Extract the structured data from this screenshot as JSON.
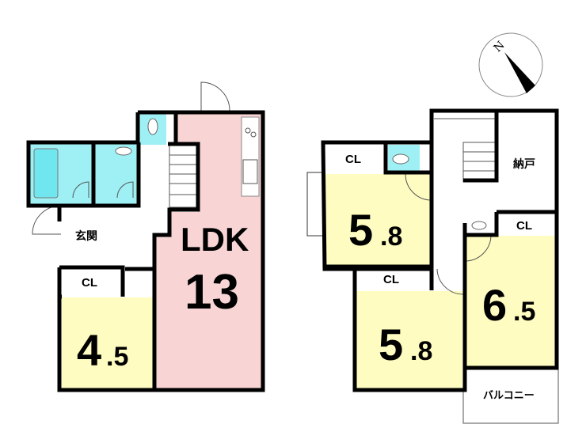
{
  "compass": {
    "north_label": "N"
  },
  "floor1": {
    "ldk": {
      "name": "LDK",
      "size": "13"
    },
    "entrance": "玄関",
    "closet": "CL",
    "room": {
      "size_int": "4",
      "size_dec": ".5"
    }
  },
  "floor2": {
    "room_top_left": {
      "size_int": "5",
      "size_dec": ".8"
    },
    "room_bottom_left": {
      "size_int": "5",
      "size_dec": ".8"
    },
    "room_right": {
      "size_int": "6",
      "size_dec": ".5"
    },
    "closet_top_left": "CL",
    "closet_bottom_left": "CL",
    "closet_right": "CL",
    "storage": "納戸",
    "balcony": "バルコニー"
  },
  "colors": {
    "ldk": "#f8d4d4",
    "room": "#fefcc0",
    "wet": "#9ff0f4"
  }
}
